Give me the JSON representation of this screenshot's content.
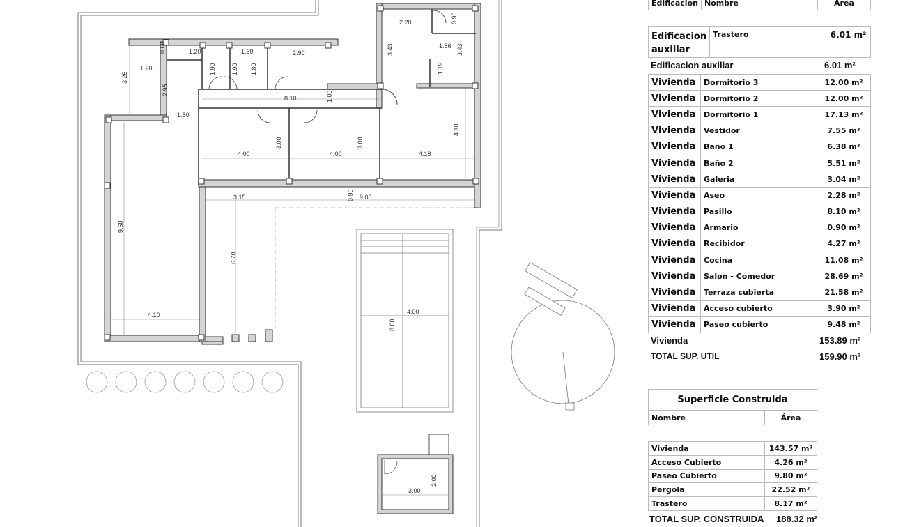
{
  "plan": {
    "dimensions": {
      "d_060": "0.60",
      "d_120a": "1.20",
      "d_160": "1.60",
      "d_290": "2.90",
      "d_220": "2.20",
      "d_090a": "0.90",
      "d_343a": "3.43",
      "d_186": "1.86",
      "d_343b": "3.43",
      "d_119": "1.19",
      "d_325": "3.25",
      "d_120b": "1.20",
      "d_295": "2.95",
      "d_190a": "1.90",
      "d_190b": "1.90",
      "d_180": "1.80",
      "d_810": "8.10",
      "d_100": "1.00",
      "d_150": "1.50",
      "d_300a": "3.00",
      "d_300b": "3.00",
      "d_400a": "4.00",
      "d_400b": "4.00",
      "d_418": "4.18",
      "d_410a": "4.10",
      "d_315": "3.15",
      "d_090b": "0.90",
      "d_903": "9.03",
      "d_960": "9.60",
      "d_670": "6.70",
      "d_410b": "4.10",
      "d_400c": "4.00",
      "d_800": "8.00",
      "d_300c": "3.00",
      "d_200": "2.00"
    }
  },
  "areas_table": {
    "header": {
      "col1": "Edificacion",
      "col2": "Nombre",
      "col3": "Área"
    },
    "aux_row": {
      "edificacion": "Edificacion auxiliar",
      "nombre": "Trastero",
      "area": "6.01 m²"
    },
    "aux_subtotal": {
      "label": "Edificacion auxiliar",
      "area": "6.01 m²"
    },
    "rows": [
      {
        "edificacion": "Vivienda",
        "nombre": "Dormitorio 3",
        "area": "12.00 m²"
      },
      {
        "edificacion": "Vivienda",
        "nombre": "Dormitorio 2",
        "area": "12.00 m²"
      },
      {
        "edificacion": "Vivienda",
        "nombre": "Dormitorio 1",
        "area": "17.13 m²"
      },
      {
        "edificacion": "Vivienda",
        "nombre": "Vestidor",
        "area": "7.55 m²"
      },
      {
        "edificacion": "Vivienda",
        "nombre": "Baño 1",
        "area": "6.38 m²"
      },
      {
        "edificacion": "Vivienda",
        "nombre": "Baño 2",
        "area": "5.51 m²"
      },
      {
        "edificacion": "Vivienda",
        "nombre": "Galeria",
        "area": "3.04 m²"
      },
      {
        "edificacion": "Vivienda",
        "nombre": "Aseo",
        "area": "2.28 m²"
      },
      {
        "edificacion": "Vivienda",
        "nombre": "Pasillo",
        "area": "8.10 m²"
      },
      {
        "edificacion": "Vivienda",
        "nombre": "Armario",
        "area": "0.90 m²"
      },
      {
        "edificacion": "Vivienda",
        "nombre": "Recibidor",
        "area": "4.27 m²"
      },
      {
        "edificacion": "Vivienda",
        "nombre": "Cocina",
        "area": "11.08 m²"
      },
      {
        "edificacion": "Vivienda",
        "nombre": "Salon - Comedor",
        "area": "28.69 m²"
      },
      {
        "edificacion": "Vivienda",
        "nombre": "Terraza cubierta",
        "area": "21.58 m²"
      },
      {
        "edificacion": "Vivienda",
        "nombre": "Acceso cubierto",
        "area": "3.90 m²"
      },
      {
        "edificacion": "Vivienda",
        "nombre": "Paseo cubierto",
        "area": "9.48 m²"
      }
    ],
    "vivienda_subtotal": {
      "label": "Vivienda",
      "area": "153.89 m²"
    },
    "total": {
      "label": "TOTAL SUP. UTIL",
      "area": "159.90 m²"
    }
  },
  "built_table": {
    "title": "Superficie Construida",
    "header": {
      "col1": "Nombre",
      "col2": "Área"
    },
    "rows": [
      {
        "nombre": "Vivienda",
        "area": "143.57 m²"
      },
      {
        "nombre": "Acceso Cubierto",
        "area": "4.26 m²"
      },
      {
        "nombre": "Paseo Cubierto",
        "area": "9.80 m²"
      },
      {
        "nombre": "Pergola",
        "area": "22.52 m²"
      },
      {
        "nombre": "Trastero",
        "area": "8.17 m²"
      }
    ],
    "total": {
      "label": "TOTAL SUP. CONSTRUIDA",
      "area": "188.32 m²"
    }
  }
}
